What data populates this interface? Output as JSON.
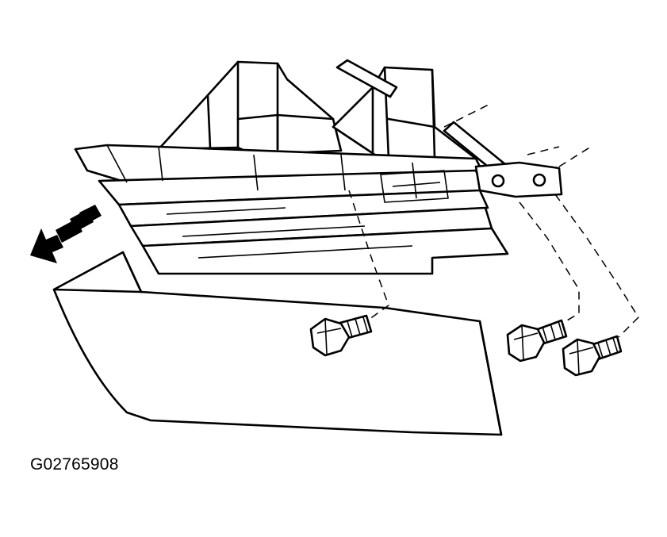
{
  "diagram": {
    "reference_code": "G02765908",
    "colors": {
      "ink": "#000000",
      "paper": "#ffffff"
    },
    "components": [
      "trim-panel",
      "bracket-assembly",
      "support-rod",
      "mounting-tab",
      "bolt",
      "direction-arrow"
    ],
    "bolt_count": 3
  }
}
